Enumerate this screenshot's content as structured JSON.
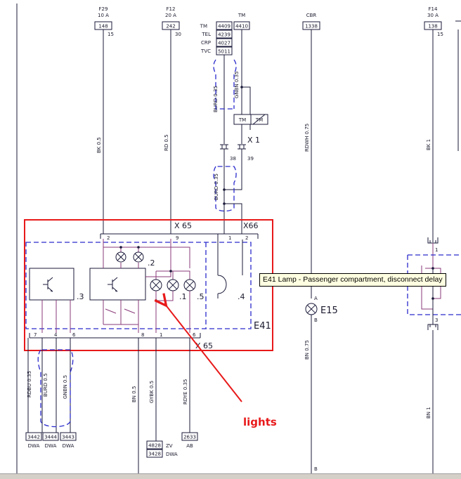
{
  "fuses": [
    {
      "name": "F29",
      "rating": "10 A",
      "terminal": "148",
      "pin": "15"
    },
    {
      "name": "F12",
      "rating": "20 A",
      "terminal": "242",
      "pin": "30"
    },
    {
      "name": "F14",
      "rating": "30 A",
      "terminal": "138",
      "pin": "15"
    }
  ],
  "tm_block": {
    "header": "TM",
    "rows": [
      {
        "label": "TM",
        "terminal_a": "4409",
        "terminal_b": "4410"
      },
      {
        "label": "TEL",
        "terminal_a": "4239"
      },
      {
        "label": "CRP",
        "terminal_a": "4027"
      },
      {
        "label": "TVC",
        "terminal_a": "5011"
      }
    ]
  },
  "cbr": {
    "label": "CBR",
    "terminal": "1338"
  },
  "wires": {
    "w1": "BK 0.5",
    "w2": "RD 0.5",
    "w3": "BURD 0.35",
    "w4": "GNBN 0.35",
    "w5": "BURD 0.35",
    "w6": "RDWH 0.75",
    "w7": "BK 1",
    "w8": "RDBU 0.35",
    "w9": "BURD 0.5",
    "w10": "GNBN 0.5",
    "w11": "BN 0.5",
    "w12": "GYBK 0.5",
    "w13": "RDYE 0.35",
    "w14": "BN 0.75",
    "w15": "BN 1"
  },
  "connectors": {
    "x1": "X 1",
    "x1_pin_a": "38",
    "x1_pin_b": "39",
    "x65_top": "X 65",
    "x66": "X66",
    "x65_bottom": "X 65"
  },
  "relay_labels": {
    "tm": "TM",
    "tm2": "TM"
  },
  "component": {
    "name": "E41",
    "tag_3": ".3",
    "tag_2": ".2",
    "tag_1": ".1",
    "tag_5": ".5",
    "tag_4": ".4",
    "top_pins": [
      "2",
      "9",
      "1",
      "2"
    ],
    "bottom_pins": [
      "7",
      "4",
      "6",
      "8",
      "1",
      "6"
    ]
  },
  "e15": {
    "name": "E15",
    "pin_a": "A",
    "pin_b": "B"
  },
  "right_connector": {
    "pin_1": "1",
    "pin_3": "3"
  },
  "bottom_terminals": [
    {
      "terminal": "3442",
      "label": "DWA"
    },
    {
      "terminal": "3444",
      "label": "DWA"
    },
    {
      "terminal": "3443",
      "label": "DWA"
    },
    {
      "terminal_a": "4828",
      "terminal_b": "3428",
      "label_a": "ZV",
      "label_b": "DWA"
    },
    {
      "terminal": "2633",
      "label": "AB"
    }
  ],
  "bottom_b": "B",
  "tooltip": "E41 Lamp - Passenger compartment, disconnect delay",
  "annotation": "lights",
  "colors": {
    "highlight": "#e8191a",
    "harness": "#2a2acc",
    "internal": "#8a3a7a",
    "tooltip_bg": "#ffffe1"
  }
}
